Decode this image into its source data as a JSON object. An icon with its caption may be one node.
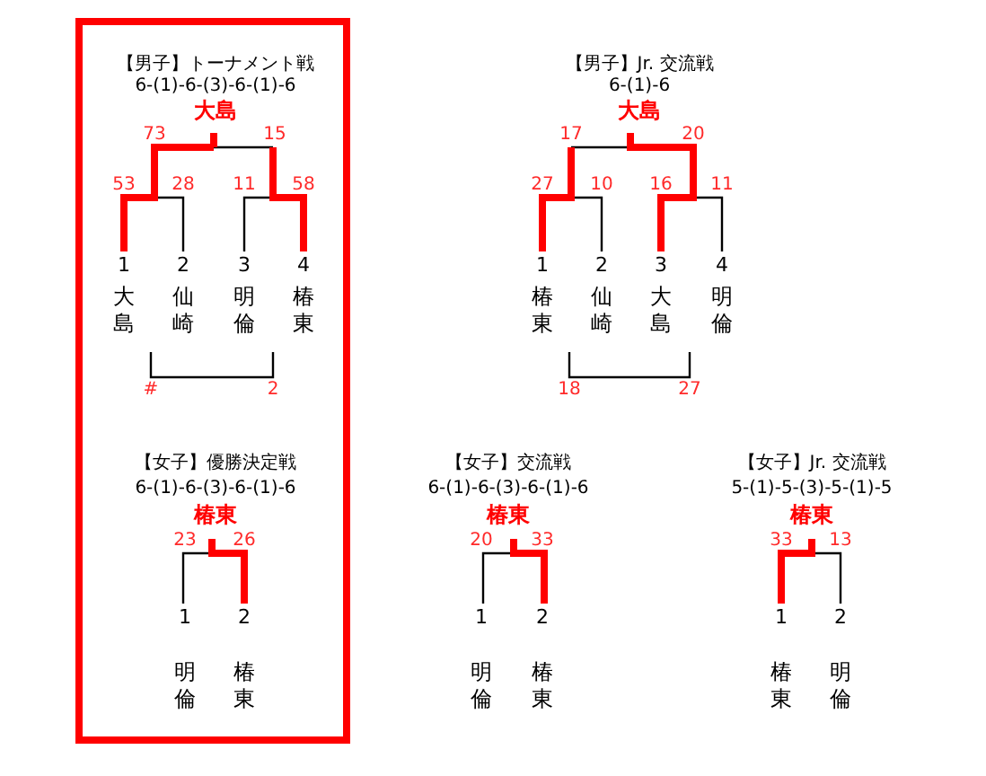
{
  "diagram": {
    "labels": [
      "【男子】トーナメント戦",
      "6-(1)-6-(3)-6-(1)-6",
      "大島",
      "73",
      "15",
      "53",
      "28",
      "11",
      "58",
      "1",
      "2",
      "3",
      "4",
      "大島",
      "仙崎",
      "明倫",
      "椿東",
      "#",
      "2",
      "【男子】Jr. 交流戦",
      "6-(1)-6",
      "大島",
      "17",
      "20",
      "27",
      "10",
      "16",
      "11",
      "1",
      "2",
      "3",
      "4",
      "椿東",
      "仙崎",
      "大島",
      "明倫",
      "18",
      "27",
      "【女子】優勝決定戦",
      "6-(1)-6-(3)-6-(1)-6",
      "椿東",
      "23",
      "26",
      "1",
      "2",
      "明倫",
      "椿東",
      "【女子】交流戦",
      "6-(1)-6-(3)-6-(1)-6",
      "椿東",
      "20",
      "33",
      "1",
      "2",
      "明倫",
      "椿東",
      "【女子】Jr. 交流戦",
      "5-(1)-5-(3)-5-(1)-5",
      "椿東",
      "33",
      "13",
      "1",
      "2",
      "椿東",
      "明倫"
    ]
  }
}
